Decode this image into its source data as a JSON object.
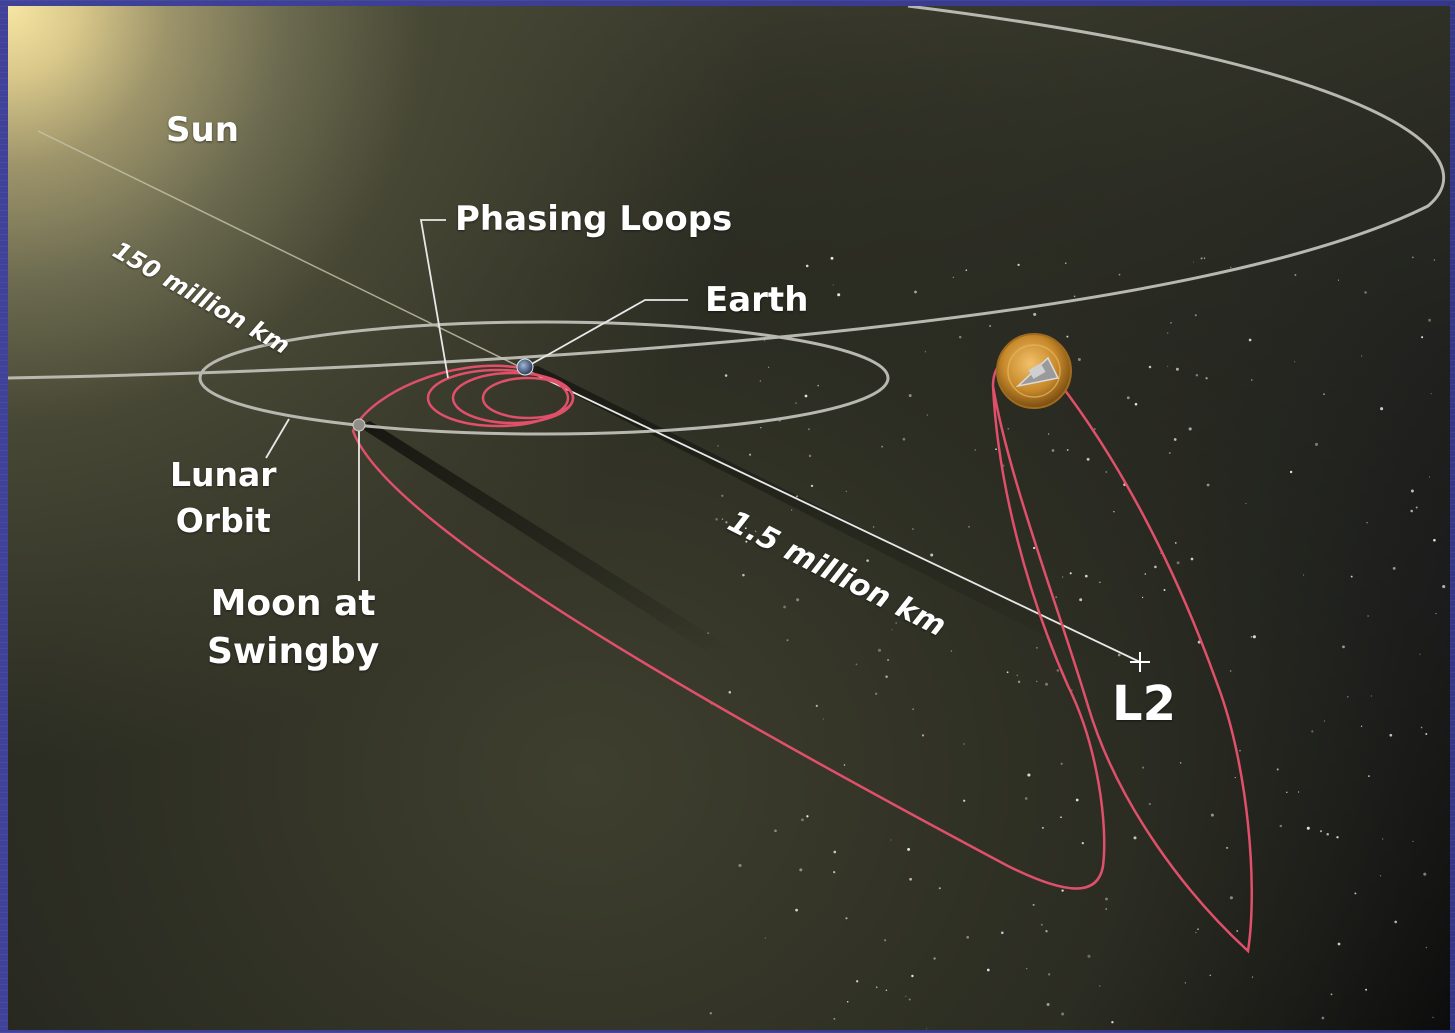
{
  "labels": {
    "sun": "Sun",
    "phasing_loops": "Phasing Loops",
    "earth": "Earth",
    "lunar_orbit_line1": "Lunar",
    "lunar_orbit_line2": "Orbit",
    "moon_line1": "Moon at",
    "moon_line2": "Swingby",
    "l2": "L2",
    "sun_distance": "150 million km",
    "l2_distance": "1.5 million km"
  },
  "colors": {
    "trajectory": "#e0506a",
    "orbit": "#b8b8b0",
    "frame": "#3b3f8f",
    "spacecraft": "#c88a2c"
  },
  "icons": {
    "spacecraft": "satellite-dish-icon",
    "earth": "earth-icon",
    "moon": "moon-icon"
  }
}
